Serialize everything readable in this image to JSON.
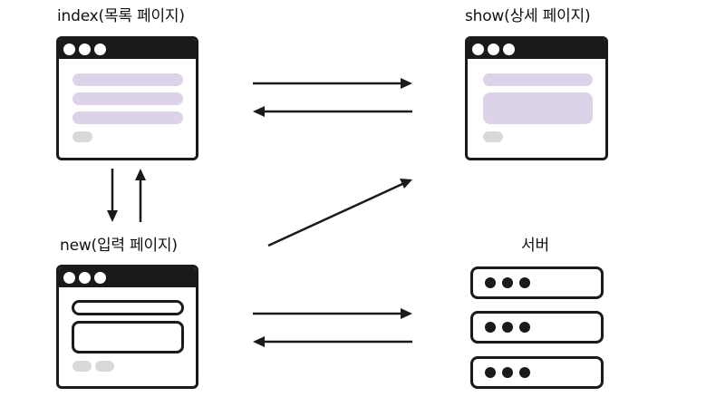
{
  "labels": {
    "index": "index(목록 페이지)",
    "show": "show(상세 페이지)",
    "new": "new(입력 페이지)",
    "server": "서버"
  },
  "colors": {
    "stroke": "#1a1a1a",
    "content_bar": "#dcd3e8",
    "button_pill": "#d9d9d9"
  }
}
